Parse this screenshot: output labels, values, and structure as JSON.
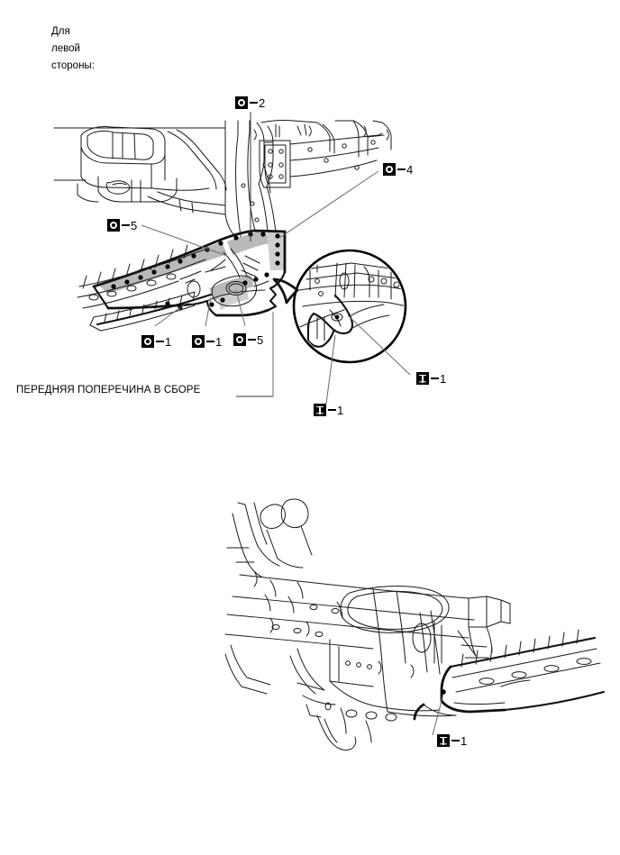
{
  "document": {
    "side_note": "Для\nлевой\nстороны:",
    "caption": "ПЕРЕДНЯЯ ПОПЕРЕЧИНА В СБОРЕ"
  },
  "markers": {
    "top_2": {
      "icon": "spot-weld-icon",
      "symbol": "ring",
      "number": "2"
    },
    "right_4": {
      "icon": "spot-weld-icon",
      "symbol": "ring",
      "number": "4"
    },
    "left_5": {
      "icon": "spot-weld-icon",
      "symbol": "ring",
      "number": "5"
    },
    "bottom_1a": {
      "icon": "spot-weld-icon",
      "symbol": "ring",
      "number": "1"
    },
    "bottom_1b": {
      "icon": "spot-weld-icon",
      "symbol": "ring",
      "number": "1"
    },
    "bottom_5": {
      "icon": "spot-weld-icon",
      "symbol": "ring",
      "number": "5"
    },
    "detail_1": {
      "icon": "mig-weld-icon",
      "symbol": "ibeam",
      "number": "1"
    },
    "detail_1b": {
      "icon": "mig-weld-icon",
      "symbol": "ibeam",
      "number": "1"
    },
    "lower_1": {
      "icon": "mig-weld-icon",
      "symbol": "ibeam",
      "number": "1"
    }
  },
  "figures": {
    "upper": {
      "name": "front-crossmember-assembly-left-view"
    },
    "detail_circle": {
      "name": "magnified-detail-view"
    },
    "lower": {
      "name": "front-frame-assembly-view"
    }
  },
  "colors": {
    "line": "#1a1a1a",
    "heavy_line": "#111111",
    "leader": "#6e6e6e",
    "shade": "#b9b9b9",
    "background": "#ffffff"
  }
}
